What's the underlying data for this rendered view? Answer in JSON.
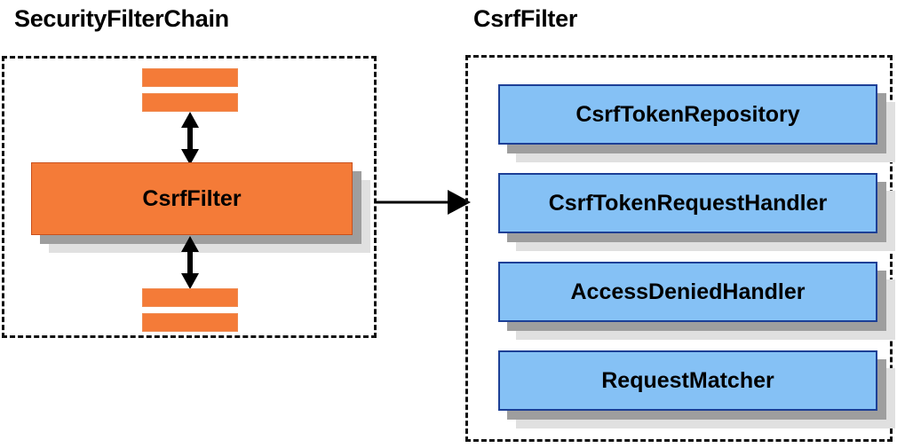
{
  "panels": [
    {
      "id": "security-filter-chain",
      "title": "SecurityFilterChain",
      "main_item": {
        "label": "CsrfFilter"
      },
      "filler_strips_above": 2,
      "filler_strips_below": 2
    },
    {
      "id": "csrf-filter",
      "title": "CsrfFilter",
      "items": [
        {
          "label": "CsrfTokenRepository"
        },
        {
          "label": "CsrfTokenRequestHandler"
        },
        {
          "label": "AccessDeniedHandler"
        },
        {
          "label": "RequestMatcher"
        }
      ]
    }
  ],
  "connector": {
    "kind": "arrow-right",
    "from": "security-filter-chain",
    "to": "csrf-filter"
  },
  "internal_connectors": [
    {
      "kind": "arrow-double-vertical",
      "position": "above-csrf-filter"
    },
    {
      "kind": "arrow-double-vertical",
      "position": "below-csrf-filter"
    }
  ],
  "colors": {
    "orange_fill": "#f47b38",
    "orange_stroke": "#c8501c",
    "blue_fill": "#85c1f5",
    "blue_stroke": "#1c3f96",
    "shadow_near": "#9e9e9e",
    "shadow_far": "#e0e0e0",
    "outline": "#111111",
    "text": "#000000"
  }
}
